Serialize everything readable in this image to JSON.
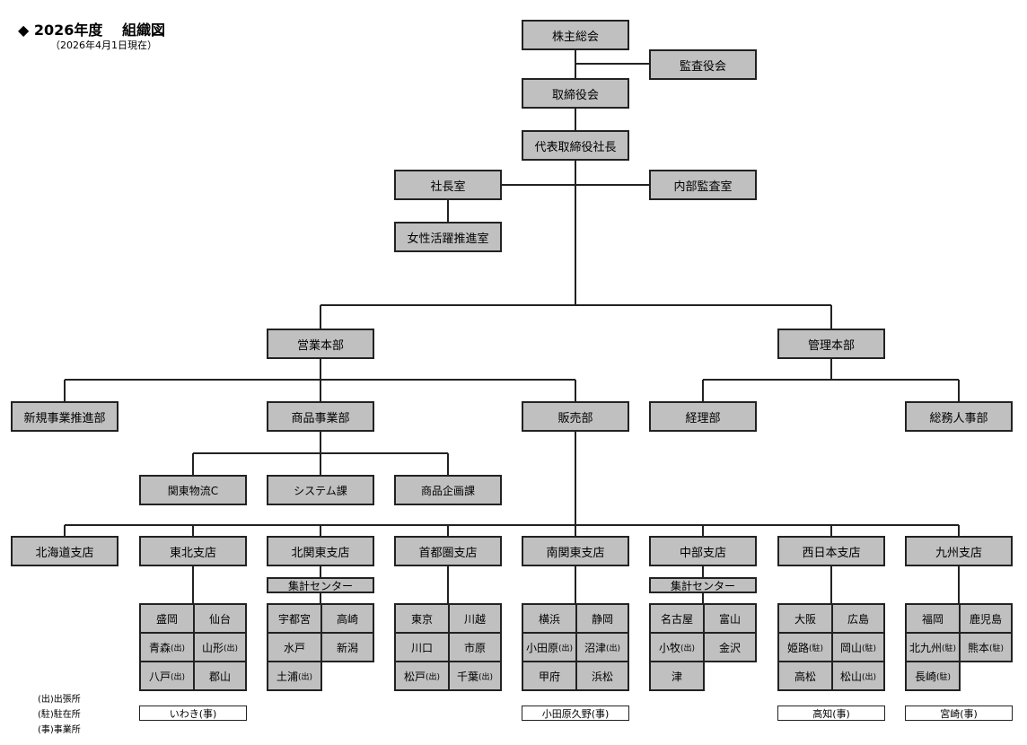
{
  "header": {
    "title": "◆ 2026年度　 組織図",
    "date": "（2026年4月1日現在）"
  },
  "top": {
    "shareholders": "株主総会",
    "auditors": "監査役会",
    "board": "取締役会",
    "president": "代表取締役社長",
    "president_office": "社長室",
    "internal_audit": "内部監査室",
    "women_office": "女性活躍推進室"
  },
  "divisions": {
    "sales_hq": "営業本部",
    "admin_hq": "管理本部"
  },
  "departments": {
    "new_business": "新規事業推進部",
    "product_business": "商品事業部",
    "sales": "販売部",
    "accounting": "経理部",
    "general_hr": "総務人事部"
  },
  "sections": [
    "関東物流C",
    "システム課",
    "商品企画課"
  ],
  "aggregation_center": "集計センター",
  "branches": [
    {
      "name": "北海道支店",
      "cells": []
    },
    {
      "name": "東北支店",
      "cells": [
        [
          "盛岡",
          ""
        ],
        [
          "仙台",
          ""
        ],
        [
          "青森",
          "(出)"
        ],
        [
          "山形",
          "(出)"
        ],
        [
          "八戸",
          "(出)"
        ],
        [
          "郡山",
          ""
        ]
      ],
      "office": "いわき(事)"
    },
    {
      "name": "北関東支店",
      "center": true,
      "cells": [
        [
          "宇都宮",
          ""
        ],
        [
          "高崎",
          ""
        ],
        [
          "水戸",
          ""
        ],
        [
          "新潟",
          ""
        ],
        [
          "土浦",
          "(出)"
        ]
      ]
    },
    {
      "name": "首都圏支店",
      "cells": [
        [
          "東京",
          ""
        ],
        [
          "川越",
          ""
        ],
        [
          "川口",
          ""
        ],
        [
          "市原",
          ""
        ],
        [
          "松戸",
          "(出)"
        ],
        [
          "千葉",
          "(出)"
        ]
      ]
    },
    {
      "name": "南関東支店",
      "cells": [
        [
          "横浜",
          ""
        ],
        [
          "静岡",
          ""
        ],
        [
          "小田原",
          "(出)"
        ],
        [
          "沼津",
          "(出)"
        ],
        [
          "甲府",
          ""
        ],
        [
          "浜松",
          ""
        ]
      ],
      "office": "小田原久野(事)"
    },
    {
      "name": "中部支店",
      "center": true,
      "cells": [
        [
          "名古屋",
          ""
        ],
        [
          "富山",
          ""
        ],
        [
          "小牧",
          "(出)"
        ],
        [
          "金沢",
          ""
        ],
        [
          "津",
          ""
        ]
      ]
    },
    {
      "name": "西日本支店",
      "cells": [
        [
          "大阪",
          ""
        ],
        [
          "広島",
          ""
        ],
        [
          "姫路",
          "(駐)"
        ],
        [
          "岡山",
          "(駐)"
        ],
        [
          "高松",
          ""
        ],
        [
          "松山",
          "(出)"
        ]
      ],
      "office": "高知(事)"
    },
    {
      "name": "九州支店",
      "cells": [
        [
          "福岡",
          ""
        ],
        [
          "鹿児島",
          ""
        ],
        [
          "北九州",
          "(駐)"
        ],
        [
          "熊本",
          "(駐)"
        ],
        [
          "長崎",
          "(駐)"
        ]
      ],
      "office": "宮崎(事)"
    }
  ],
  "legend": [
    "(出)出張所",
    "(駐)駐在所",
    "(事)事業所"
  ]
}
